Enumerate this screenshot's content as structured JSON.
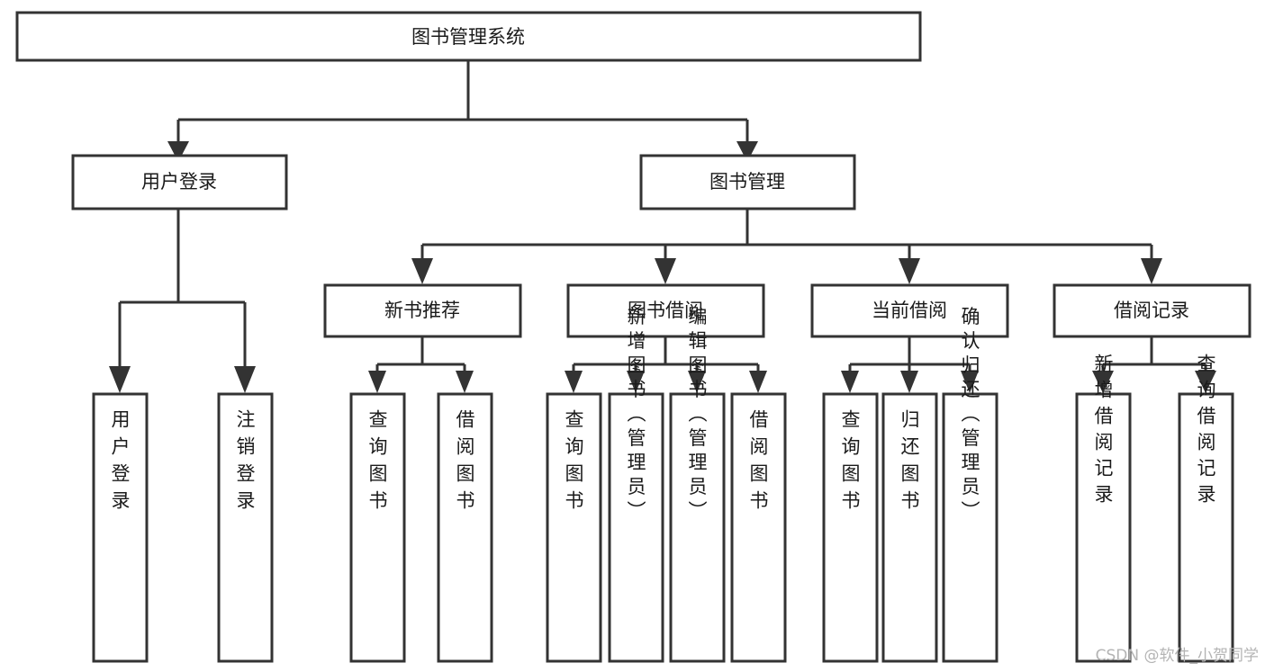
{
  "diagram": {
    "title": "图书管理系统",
    "type": "hierarchy-tree",
    "watermark": "CSDN @软件_小贺同学",
    "nodes": {
      "root": {
        "label": "图书管理系统",
        "level": 0,
        "orientation": "horizontal"
      },
      "l1": [
        {
          "id": "user-login",
          "label": "用户登录",
          "level": 1,
          "orientation": "horizontal"
        },
        {
          "id": "book-management",
          "label": "图书管理",
          "level": 1,
          "orientation": "horizontal"
        }
      ],
      "l2": [
        {
          "id": "new-book-recommend",
          "label": "新书推荐",
          "level": 2,
          "orientation": "horizontal",
          "parent": "book-management"
        },
        {
          "id": "book-borrow",
          "label": "图书借阅",
          "level": 2,
          "orientation": "horizontal",
          "parent": "book-management"
        },
        {
          "id": "current-borrow",
          "label": "当前借阅",
          "level": 2,
          "orientation": "horizontal",
          "parent": "book-management"
        },
        {
          "id": "borrow-record",
          "label": "借阅记录",
          "level": 2,
          "orientation": "horizontal",
          "parent": "book-management"
        }
      ],
      "leaves": [
        {
          "id": "leaf-user-login",
          "label": "用户登录",
          "parent": "user-login",
          "orientation": "vertical"
        },
        {
          "id": "leaf-user-logout",
          "label": "注销登录",
          "parent": "user-login",
          "orientation": "vertical"
        },
        {
          "id": "leaf-query-book-1",
          "label": "查询图书",
          "parent": "new-book-recommend",
          "orientation": "vertical"
        },
        {
          "id": "leaf-borrow-book-1",
          "label": "借阅图书",
          "parent": "new-book-recommend",
          "orientation": "vertical"
        },
        {
          "id": "leaf-query-book-2",
          "label": "查询图书",
          "parent": "book-borrow",
          "orientation": "vertical"
        },
        {
          "id": "leaf-add-book",
          "label": "新增图书（管理员）",
          "parent": "book-borrow",
          "orientation": "vertical"
        },
        {
          "id": "leaf-edit-book",
          "label": "编辑图书（管理员）",
          "parent": "book-borrow",
          "orientation": "vertical"
        },
        {
          "id": "leaf-borrow-book-2",
          "label": "借阅图书",
          "parent": "book-borrow",
          "orientation": "vertical"
        },
        {
          "id": "leaf-query-book-3",
          "label": "查询图书",
          "parent": "current-borrow",
          "orientation": "vertical"
        },
        {
          "id": "leaf-return-book",
          "label": "归还图书",
          "parent": "current-borrow",
          "orientation": "vertical"
        },
        {
          "id": "leaf-confirm-return",
          "label": "确认归还（管理员）",
          "parent": "current-borrow",
          "orientation": "vertical"
        },
        {
          "id": "leaf-add-record",
          "label": "新增借阅记录",
          "parent": "borrow-record",
          "orientation": "vertical"
        },
        {
          "id": "leaf-query-record",
          "label": "查询借阅记录",
          "parent": "borrow-record",
          "orientation": "vertical"
        }
      ]
    },
    "colors": {
      "stroke": "#333333",
      "fill": "#ffffff",
      "text": "#1a1a1a",
      "watermark": "#b4b4b4",
      "background": "#ffffff"
    }
  }
}
